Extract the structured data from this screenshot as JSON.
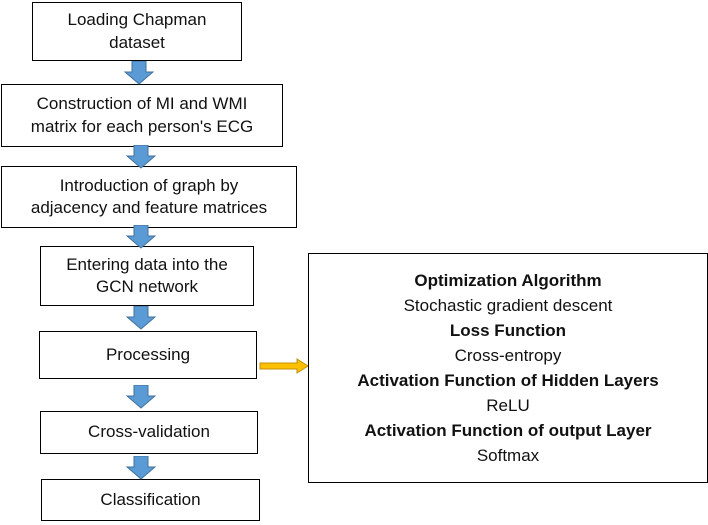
{
  "flow": {
    "steps": [
      {
        "text": "Loading Chapman\ndataset"
      },
      {
        "text": "Construction of MI and WMI\nmatrix for each person's ECG"
      },
      {
        "text": "Introduction of graph by\nadjacency and feature matrices"
      },
      {
        "text": "Entering data into the\nGCN network"
      },
      {
        "text": "Processing"
      },
      {
        "text": "Cross-validation"
      },
      {
        "text": "Classification"
      }
    ]
  },
  "details": {
    "items": [
      {
        "heading": "Optimization Algorithm",
        "value": "Stochastic gradient descent"
      },
      {
        "heading": "Loss Function",
        "value": "Cross-entropy"
      },
      {
        "heading": "Activation Function of Hidden Layers",
        "value": "ReLU"
      },
      {
        "heading": "Activation Function of output Layer",
        "value": "Softmax"
      }
    ]
  },
  "colors": {
    "down_arrow": "#5b9bd5",
    "down_arrow_edge": "#41719c",
    "side_arrow": "#ffc000",
    "side_arrow_edge": "#c09100"
  }
}
